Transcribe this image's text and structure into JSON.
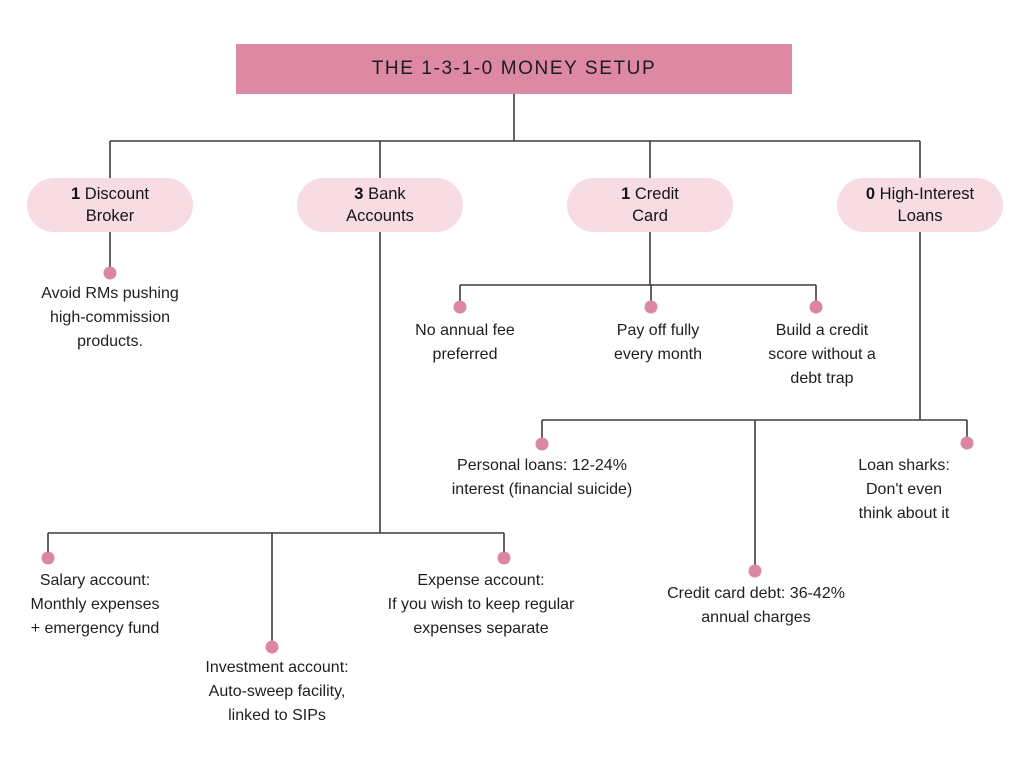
{
  "title": "THE 1-3-1-0 MONEY SETUP",
  "colors": {
    "bar": "#dd89a3",
    "pill": "#f8dce4",
    "dot": "#dc87a2",
    "line": "#3d3d3d"
  },
  "pills": [
    {
      "number": "1",
      "label": "Discount\nBroker"
    },
    {
      "number": "3",
      "label": "Bank\nAccounts"
    },
    {
      "number": "1",
      "label": "Credit\nCard"
    },
    {
      "number": "0",
      "label": "High-Interest\nLoans"
    }
  ],
  "notes": {
    "broker_detail": "Avoid RMs pushing\nhigh-commission\nproducts.",
    "credit_no_fee": "No annual fee\npreferred",
    "credit_pay_off": "Pay off fully\nevery month",
    "credit_score": "Build a credit\nscore without a\ndebt trap",
    "loans_personal": "Personal loans: 12-24%\ninterest (financial suicide)",
    "loans_sharks": "Loan sharks: Don't even\nthink about it",
    "loans_credit_card_debt": "Credit card debt: 36-42%\nannual charges",
    "bank_salary": "Salary account:\nMonthly expenses\n+ emergency fund",
    "bank_investment": "Investment account:\nAuto-sweep facility,\nlinked to SIPs",
    "bank_expense": "Expense account:\nIf you wish to keep regular\nexpenses separate"
  }
}
